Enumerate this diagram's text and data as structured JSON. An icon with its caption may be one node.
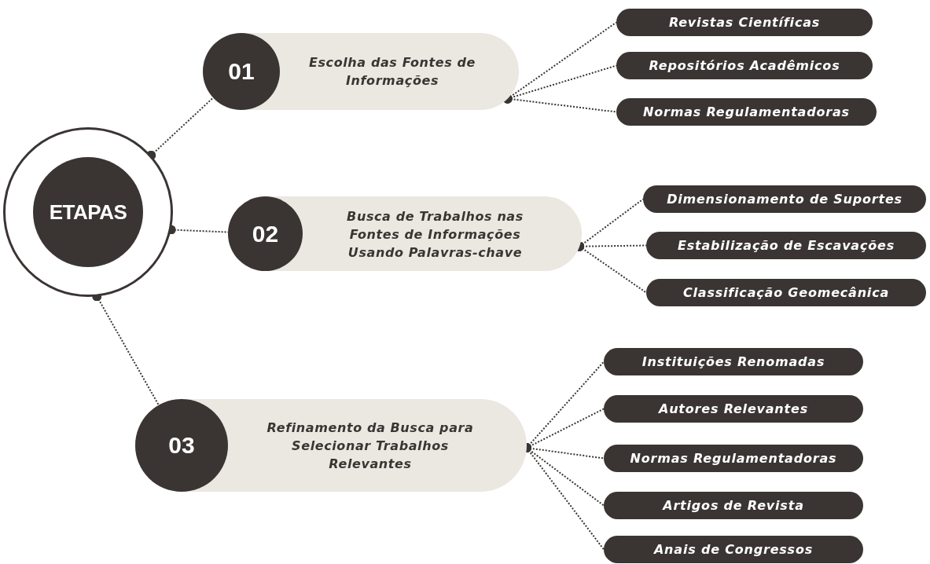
{
  "diagram": {
    "nodes": [
      {
        "text": [
          "ETAPAS"
        ]
      },
      {
        "text": [
          "01",
          "Escolha das Fontes de Informações"
        ]
      },
      {
        "text": [
          "Revistas Científicas"
        ]
      },
      {
        "text": [
          "Repositórios Acadêmicos"
        ]
      },
      {
        "text": [
          "Normas Regulamentadoras"
        ]
      },
      {
        "text": [
          "02",
          "Busca de Trabalhos nas Fontes de Informações Usando Palavras-chave"
        ]
      },
      {
        "text": [
          "Dimensionamento de Suportes"
        ]
      },
      {
        "text": [
          "Estabilização de Escavações"
        ]
      },
      {
        "text": [
          "Classificação Geomecânica"
        ]
      },
      {
        "text": [
          "03",
          "Refinamento da Busca para Selecionar Trabalhos Relevantes"
        ]
      },
      {
        "text": [
          "Instituições Renomadas"
        ]
      },
      {
        "text": [
          "Autores Relevantes"
        ]
      },
      {
        "text": [
          "Normas Regulamentadoras"
        ]
      },
      {
        "text": [
          "Artigos de Revista"
        ]
      },
      {
        "text": [
          "Anais de Congressos"
        ]
      }
    ],
    "edges": [
      {
        "from": 0,
        "to": 1,
        "arrow": "other"
      },
      {
        "from": 1,
        "to": 2,
        "arrow": "other"
      },
      {
        "from": 1,
        "to": 3,
        "arrow": "other"
      },
      {
        "from": 1,
        "to": 4,
        "arrow": "other"
      },
      {
        "from": 0,
        "to": 5,
        "arrow": "other"
      },
      {
        "from": 5,
        "to": 6,
        "arrow": "other"
      },
      {
        "from": 5,
        "to": 7,
        "arrow": "other"
      },
      {
        "from": 5,
        "to": 8,
        "arrow": "other"
      },
      {
        "from": 0,
        "to": 9,
        "arrow": "other"
      },
      {
        "from": 9,
        "to": 10,
        "arrow": "other"
      },
      {
        "from": 9,
        "to": 11,
        "arrow": "other"
      },
      {
        "from": 9,
        "to": 12,
        "arrow": "other"
      },
      {
        "from": 9,
        "to": 13,
        "arrow": "other"
      },
      {
        "from": 9,
        "to": 14,
        "arrow": "other"
      }
    ]
  }
}
